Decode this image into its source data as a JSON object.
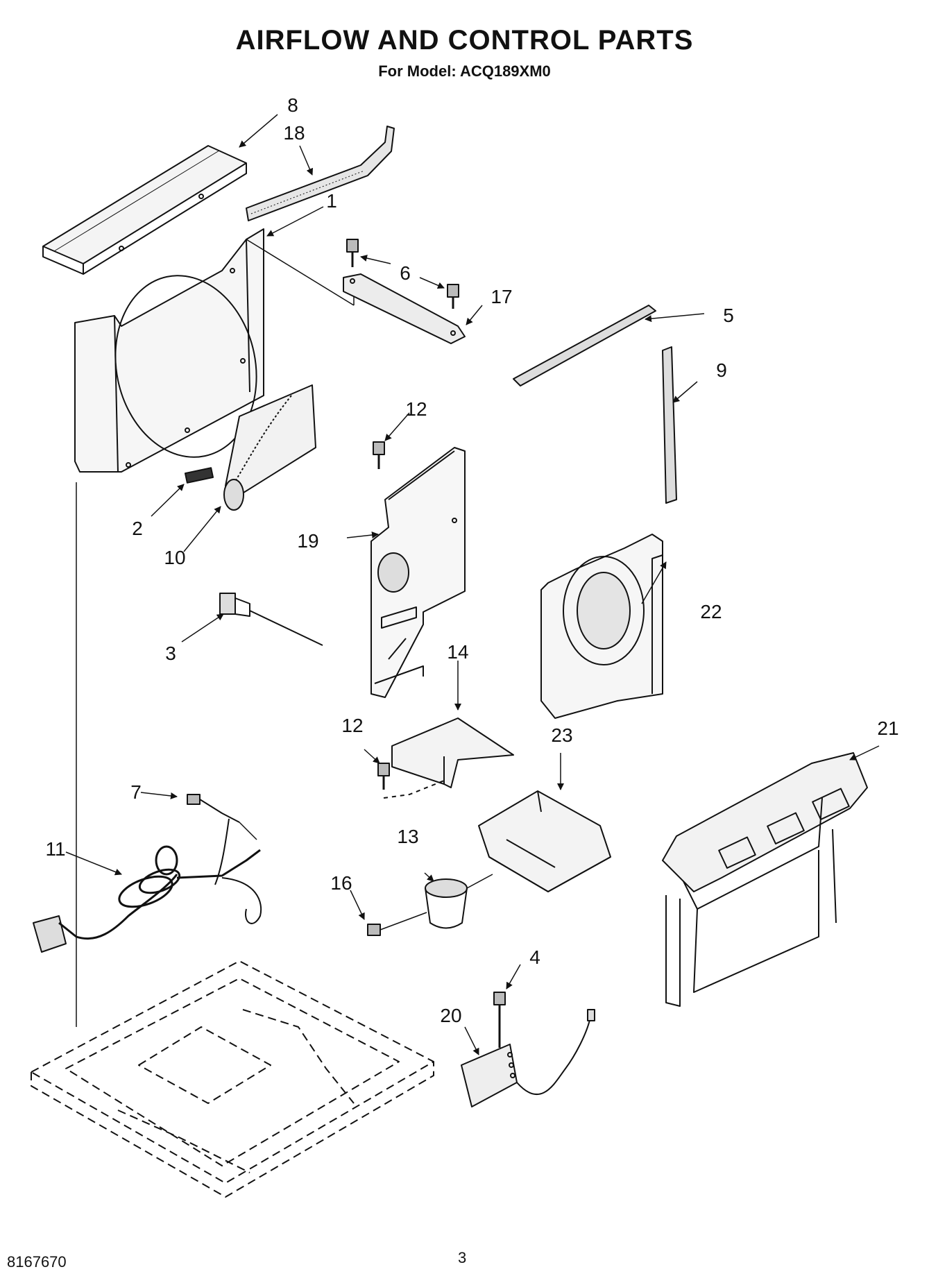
{
  "header": {
    "title": "AIRFLOW AND CONTROL PARTS",
    "subtitle": "For Model: ACQ189XM0"
  },
  "callouts": {
    "c1": "1",
    "c2": "2",
    "c3": "3",
    "c4": "4",
    "c5": "5",
    "c6": "6",
    "c7": "7",
    "c8": "8",
    "c9": "9",
    "c10": "10",
    "c11": "11",
    "c12a": "12",
    "c12b": "12",
    "c13": "13",
    "c14": "14",
    "c16": "16",
    "c17": "17",
    "c18": "18",
    "c19": "19",
    "c20": "20",
    "c21": "21",
    "c22": "22",
    "c23": "23"
  },
  "footer": {
    "doc_number": "8167670",
    "page_number": "3"
  }
}
